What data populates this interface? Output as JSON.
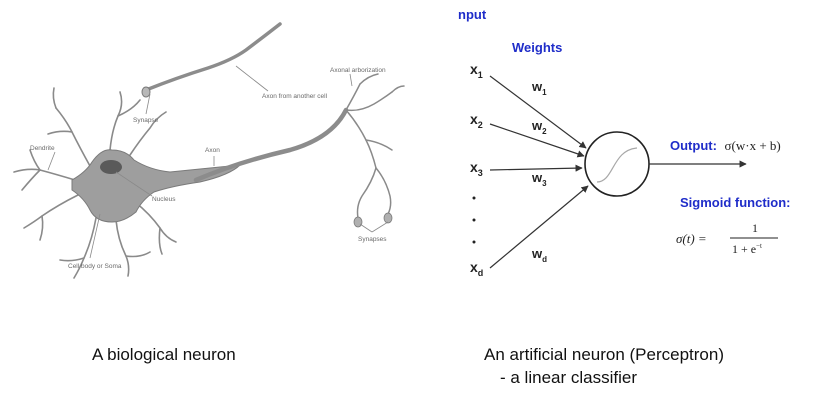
{
  "bio": {
    "labels": {
      "axonal_arborization": "Axonal arborization",
      "axon_from_another_cell": "Axon from another cell",
      "synapse": "Synapse",
      "axon": "Axon",
      "dendrite": "Dendrite",
      "nucleus": "Nucleus",
      "synapses": "Synapses",
      "cell_body": "Cell body or Soma"
    },
    "caption": "A biological neuron"
  },
  "perceptron": {
    "input_label": "nput",
    "weights_label": "Weights",
    "inputs": [
      {
        "sym": "x",
        "sub": "1"
      },
      {
        "sym": "x",
        "sub": "2"
      },
      {
        "sym": "x",
        "sub": "3"
      },
      {
        "sym": "x",
        "sub": "d"
      }
    ],
    "weights": [
      {
        "sym": "w",
        "sub": "1"
      },
      {
        "sym": "w",
        "sub": "2"
      },
      {
        "sym": "w",
        "sub": "3"
      },
      {
        "sym": "w",
        "sub": "d"
      }
    ],
    "output_label": "Output:",
    "output_formula": "σ(w·x + b)",
    "sigmoid_label": "Sigmoid function:",
    "sigmoid_lhs": "σ(t) =",
    "sigmoid_num": "1",
    "sigmoid_den": "1 + e",
    "sigmoid_exp": "−t",
    "caption_line1": "An artificial neuron (Perceptron)",
    "caption_line2": "- a linear classifier",
    "colors": {
      "accent": "#1f2dc9",
      "ink": "#222222"
    }
  }
}
